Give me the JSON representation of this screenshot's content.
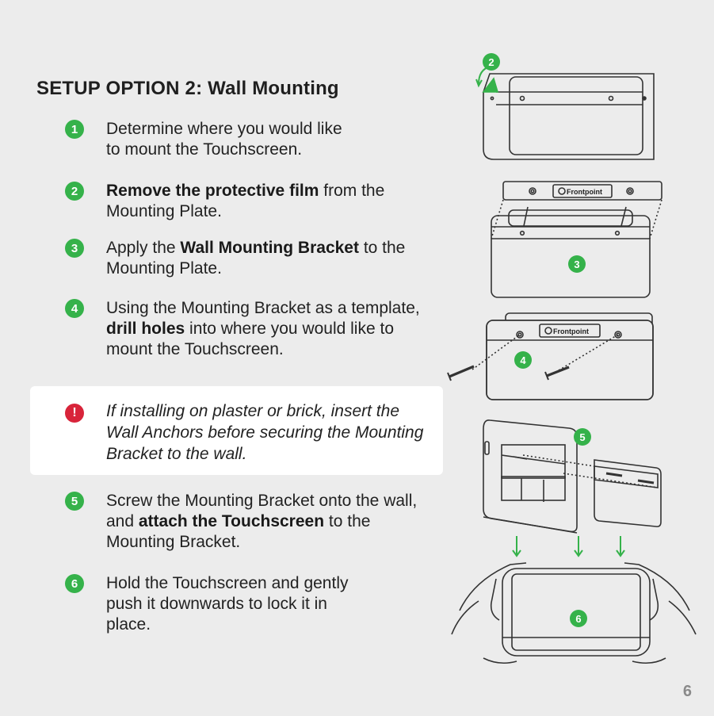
{
  "title": "SETUP OPTION 2: Wall Mounting",
  "steps": [
    {
      "number": "1",
      "parts": [
        {
          "text": "Determine where you would like",
          "bold": false
        },
        {
          "text": " to mount the Touchscreen.",
          "bold": false
        }
      ]
    },
    {
      "number": "2",
      "bold": "Remove the protective film",
      "rest": " from the Mounting Plate."
    },
    {
      "number": "3",
      "pre": "Apply the ",
      "bold": "Wall Mounting Bracket",
      "rest": " to the Mounting Plate."
    },
    {
      "number": "4",
      "pre": "Using the Mounting Bracket as a template, ",
      "bold": "drill holes",
      "rest": " into where you would like to mount the Touchscreen."
    },
    {
      "number": "5",
      "pre": "Screw the Mounting Bracket onto the wall, and ",
      "bold": "attach the Touchscreen",
      "rest": " to the Mounting Bracket."
    },
    {
      "number": "6",
      "pre": "Hold the Touchscreen and gently push it downwards to lock it in place."
    }
  ],
  "warning": {
    "icon": "!",
    "text": "If installing on plaster or brick, insert the Wall Anchors before securing the Mounting Bracket to the wall."
  },
  "illustration": {
    "brand_label": "Frontpoint",
    "markers": [
      "2",
      "3",
      "4",
      "5",
      "6"
    ]
  },
  "page_number": "6",
  "colors": {
    "background": "#ececec",
    "accent_green": "#35b24a",
    "warning_red": "#d8243a",
    "text": "#222222",
    "page_number": "#8a8a8a"
  }
}
